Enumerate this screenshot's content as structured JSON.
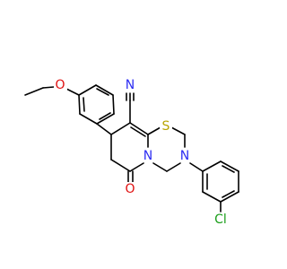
{
  "diagram": {
    "type": "chemical-structure",
    "colors": {
      "background": "#ffffff",
      "bond": "#000000",
      "carbon": "#000000",
      "nitrogen": "#2d2df2",
      "oxygen": "#e01010",
      "sulfur": "#b8a400",
      "chlorine": "#1a9e1a"
    },
    "atoms": {
      "nitrile_N": "N",
      "ring_S": "S",
      "ring_N_fused": "N",
      "ring_N_triazine": "N",
      "ether_O": "O",
      "carbonyl_O": "O",
      "chloro": "Cl"
    }
  }
}
